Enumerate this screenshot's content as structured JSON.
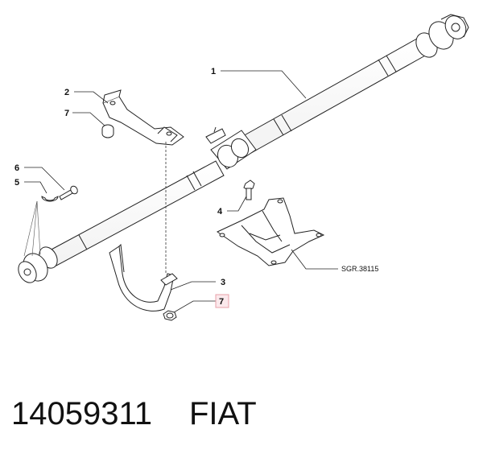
{
  "callouts": {
    "c1": "1",
    "c2": "2",
    "c7a": "7",
    "c6": "6",
    "c5": "5",
    "c4": "4",
    "c3": "3",
    "c7b": "7"
  },
  "reference": "SGR.38115",
  "footer": {
    "part_number": "14059311",
    "brand": "FIAT"
  },
  "colors": {
    "line": "#222222",
    "highlight_box": "#e8a0a8"
  }
}
